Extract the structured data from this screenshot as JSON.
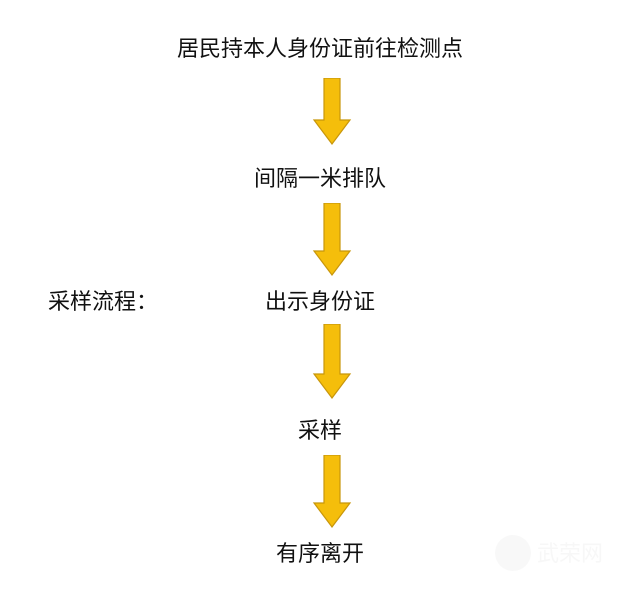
{
  "title_label": "采样流程：",
  "steps": [
    "居民持本人身份证前往检测点",
    "间隔一米排队",
    "出示身份证",
    "采样",
    "有序离开"
  ],
  "arrow_color": "#f5be0b",
  "arrow_border": "#c8960a",
  "watermark": "武荣网"
}
